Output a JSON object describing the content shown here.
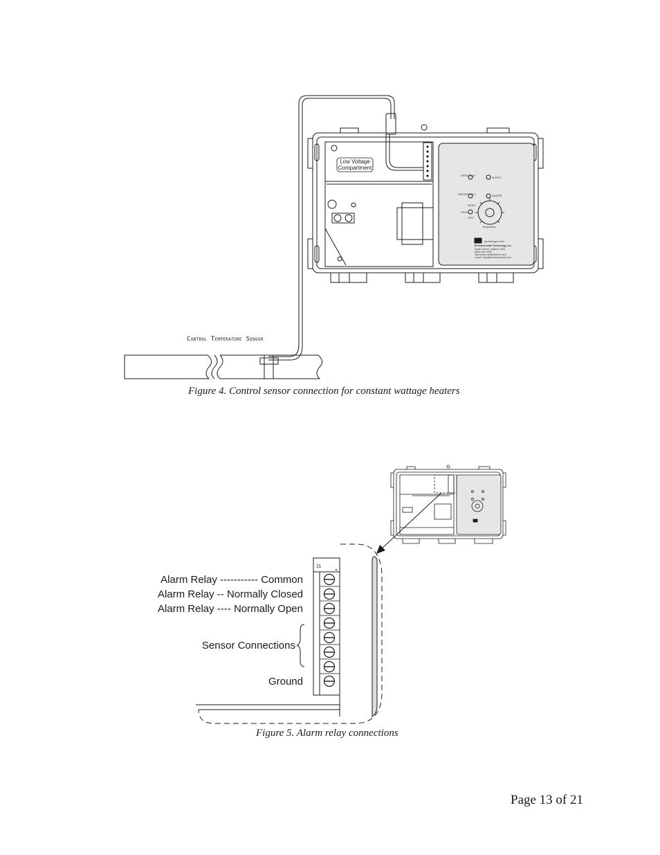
{
  "figure4": {
    "caption": "Figure 4. Control sensor connection for constant wattage heaters",
    "sensor_label": "Control Temperature Sensor",
    "compartment_label_line1": "Low Voltage",
    "compartment_label_line2": "Compartment",
    "panel": {
      "open_fault": "OPEN FAULT",
      "supply": "SUPPLY",
      "heater_fault": "HEATER FAULT",
      "heater": "HEATER",
      "reset": "RESET",
      "open": "OPEN",
      "test": "TEST",
      "temperature": "Temperature",
      "brand_title": "Ice-Manager Heat",
      "company": "Environmental Technology, Inc.",
      "address": "South Haven, Indiana, USA",
      "phone": "(800) 234-4239",
      "web": "http://www.networkfixed.com",
      "email": "e-mail: help@environmental.com"
    }
  },
  "figure5": {
    "caption": "Figure 5. Alarm relay connections",
    "terminal_header": "J1",
    "labels": {
      "common": "Alarm Relay -----------  Common",
      "normally_closed": "Alarm Relay -- Normally Closed",
      "normally_open": "Alarm Relay ---- Normally Open",
      "sensor": "Sensor Connections",
      "ground": "Ground"
    }
  },
  "footer": {
    "page_number": "Page 13 of 21"
  }
}
